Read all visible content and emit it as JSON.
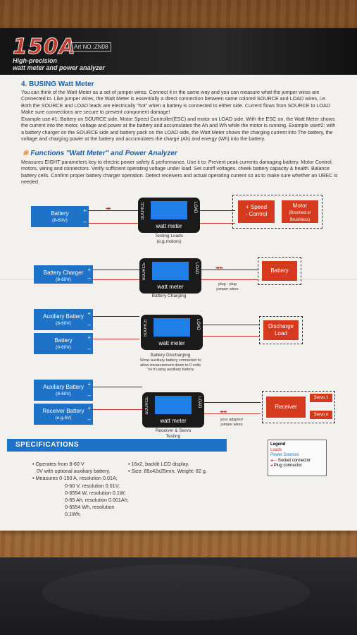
{
  "header": {
    "logo": "150A",
    "art_no": "Art NO.:ZN08",
    "subtitle_1": "High-precision",
    "subtitle_2": "watt meter and power analyzer"
  },
  "section4": {
    "title": "4. BUSING Watt Meter",
    "para1": "You can think of the Watt Meter as a set of jumper wires. Connect it in the same way and you can measure what the jumper wires are Connected to. Like jumper wires, the Watt Meter is essentially a direct connection between same colored SOURCE and LOAD wires, i.e. Both the SOURCE and LOAD leads are electrically \"hot\" when a battery is connected to either side. Current flows from SOURCE to LOAD Make sure connections are secure to prevent component damage!",
    "para2": "Example use #1: Battery on SOURCE side, Motor Speed Controller(ESC) and motor on LOAD side. With the ESC on, the Watt Meter shows the current into the motor, voltage and power at the battery and accumulates the Ah and Wh while the motor is running. Example use#2: with a battery charger on the SOURCE side and battery pack on the LOAD side, the Watt Meter shows the charging current into The battery, the voltage and charging power at the battery and accumulates the charge (Ah) and energy (Wh) into the battery."
  },
  "functions": {
    "title": "Functions \"Watt Meter\" and Power Analyzer",
    "star": "※",
    "para": "Measures EIGHT parameters key to electric power safety & performance, Use it to: Prevent peak currents damaging battery. Motor Control, motors, wiring and connectors. Verify sufficient operating voltage under load. Set cutoff voltages, cheek battery capacity & health. Balance battery cells. Confirm proper battery charger operation. Detect receivers and actual operating current so as to make sure whether an UBEC is needed."
  },
  "diagram": {
    "meter_label": "watt meter",
    "source_label": "SOURCE",
    "load_label": "LOAD",
    "row1": {
      "battery": "Battery",
      "battery_range": "(8-60V)",
      "caption_1": "Testing Loads",
      "caption_2": "(e.g.motors)",
      "speed_control_1": "+ Speed",
      "speed_control_2": "- Control",
      "motor": "Motor",
      "motor_sub": "(Brushed or Brushless)"
    },
    "row2": {
      "charger": "Battery Charger",
      "charger_range": "(8-60V)",
      "caption": "Battery Charging",
      "plug_note_1": "plug - plug",
      "plug_note_2": "jumper wires",
      "battery": "Battery"
    },
    "row3": {
      "aux": "Auxiliary Battery",
      "aux_range": "(8-60V)",
      "battery": "Battery",
      "battery_range": "(0-60V)",
      "caption_1": "Battery Discharging",
      "caption_2": "Show auxiliary battery connected to",
      "caption_3": "allow measurement down to 0 volts",
      "caption_4": "\"ov if using auxiliary battery",
      "discharge_1": "Discharge",
      "discharge_2": "Load"
    },
    "row4": {
      "aux": "Auxiliary Battery",
      "aux_range": "(8-60V)",
      "receiver_batt": "Receiver Battery",
      "receiver_range": "(e.g.6V)",
      "caption_1": "Receiver & Servo",
      "caption_2": "Testing",
      "adapter_note_1": "your adapter/",
      "adapter_note_2": "jumper wires",
      "receiver": "Receiver",
      "servo_1": "Servo 1",
      "servo_n": "Servo n"
    }
  },
  "specs": {
    "title": "SPECIFICATIONS",
    "col1": [
      {
        "text": "Operates from 8-60 V",
        "bullet": true
      },
      {
        "text": "0V with optional auxiliary battery.",
        "bullet": false,
        "indent": false
      },
      {
        "text": "Measures 0-150 A, resolution 0.01A;",
        "bullet": true
      },
      {
        "text": "0-60 V, resolution 0.01V;",
        "bullet": false,
        "indent": true
      },
      {
        "text": "0-6554 W, resolution 0.1W;",
        "bullet": false,
        "indent": true
      },
      {
        "text": "0-65 Ah, resolution 0.001Ah;",
        "bullet": false,
        "indent": true
      },
      {
        "text": "0-6554 Wh, resolution 0.1Wh;",
        "bullet": false,
        "indent": true
      }
    ],
    "col2": [
      "16x2, backlit LCD display.",
      "Size: 85x42x25mm, Weight: 82 g."
    ]
  },
  "legend": {
    "title": "Legend",
    "loads": "Loads",
    "power_sources": "Power Sources",
    "socket": "Socket connector",
    "plug": "Plug connector"
  }
}
